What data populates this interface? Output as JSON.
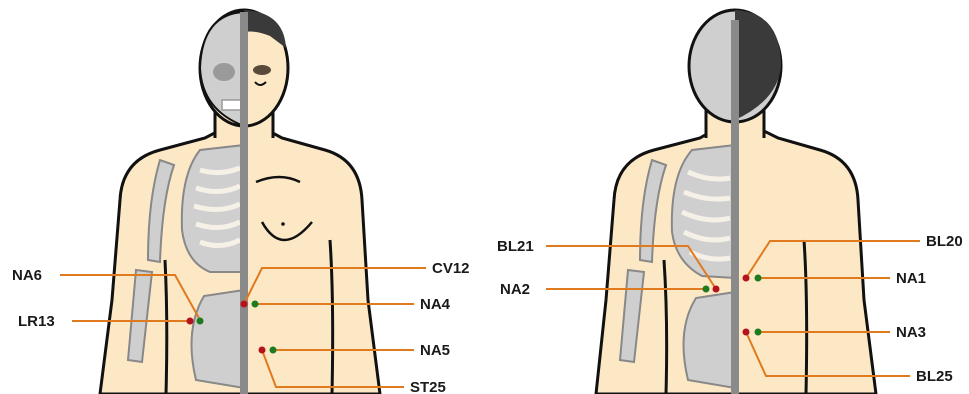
{
  "colors": {
    "skin": "#fde8c6",
    "bone": "#cfcfcf",
    "hair": "#3a3a3a",
    "outline": "#111111",
    "leader": "#e07a1f",
    "point_red": "#b5121b",
    "point_green": "#1e7a1e"
  },
  "front_view": {
    "labels": {
      "na6": "NA6",
      "lr13": "LR13",
      "cv12": "CV12",
      "na4": "NA4",
      "na5": "NA5",
      "st25": "ST25"
    }
  },
  "back_view": {
    "labels": {
      "bl21": "BL21",
      "na2": "NA2",
      "bl20": "BL20",
      "na1": "NA1",
      "na3": "NA3",
      "bl25": "BL25"
    }
  }
}
